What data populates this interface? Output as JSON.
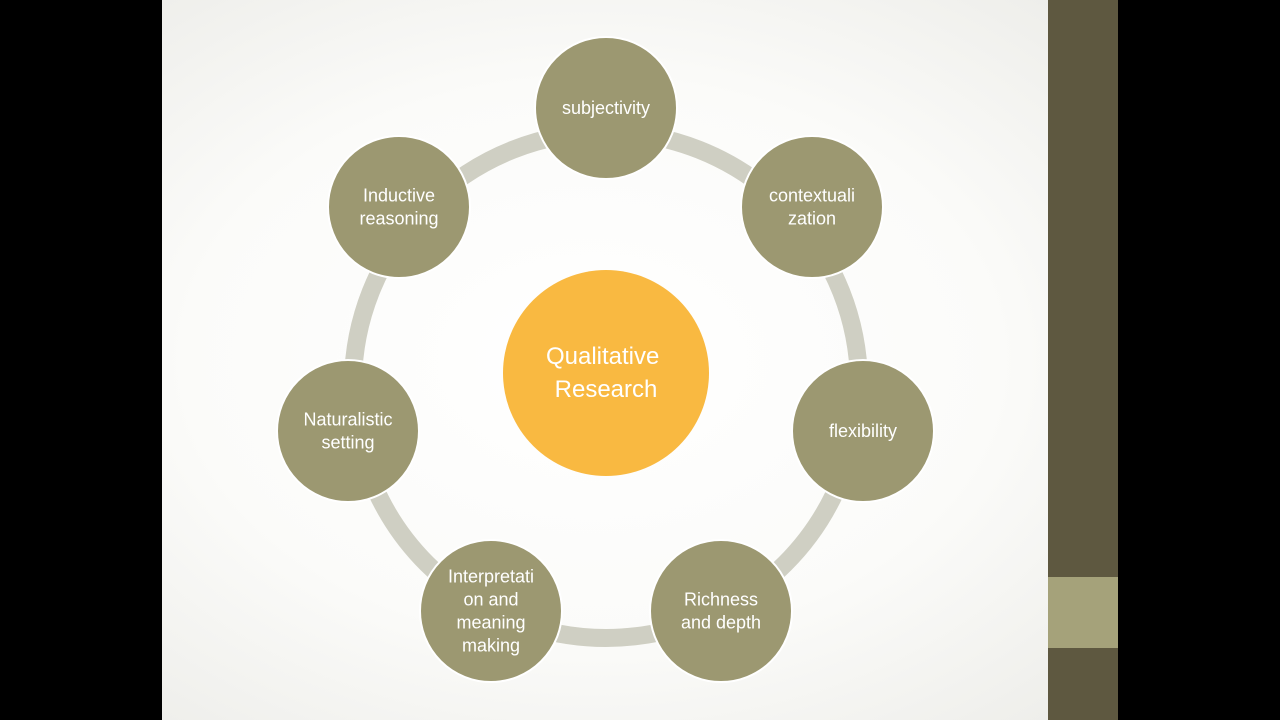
{
  "colors": {
    "background": "#000000",
    "slide": "#ffffff",
    "side_band": "#5e5840",
    "side_accent": "#a5a27a",
    "ring": "#cfcfc3",
    "node_fill": "#9c9871",
    "node_stroke": "#ffffff",
    "center_fill": "#f9b941"
  },
  "diagram": {
    "center": {
      "lines": [
        "Qualitative",
        "Research"
      ]
    },
    "nodes": [
      {
        "id": "subjectivity",
        "lines": [
          "subjectivity"
        ]
      },
      {
        "id": "contextualization",
        "lines": [
          "contextuali",
          "zation"
        ]
      },
      {
        "id": "flexibility",
        "lines": [
          "flexibility"
        ]
      },
      {
        "id": "richness-and-depth",
        "lines": [
          "Richness",
          "and depth"
        ]
      },
      {
        "id": "interpretation-and-meaning-making",
        "lines": [
          "Interpretati",
          "on and",
          "meaning",
          "making"
        ]
      },
      {
        "id": "naturalistic-setting",
        "lines": [
          "Naturalistic",
          "setting"
        ]
      },
      {
        "id": "inductive-reasoning",
        "lines": [
          "Inductive",
          "reasoning"
        ]
      }
    ]
  }
}
